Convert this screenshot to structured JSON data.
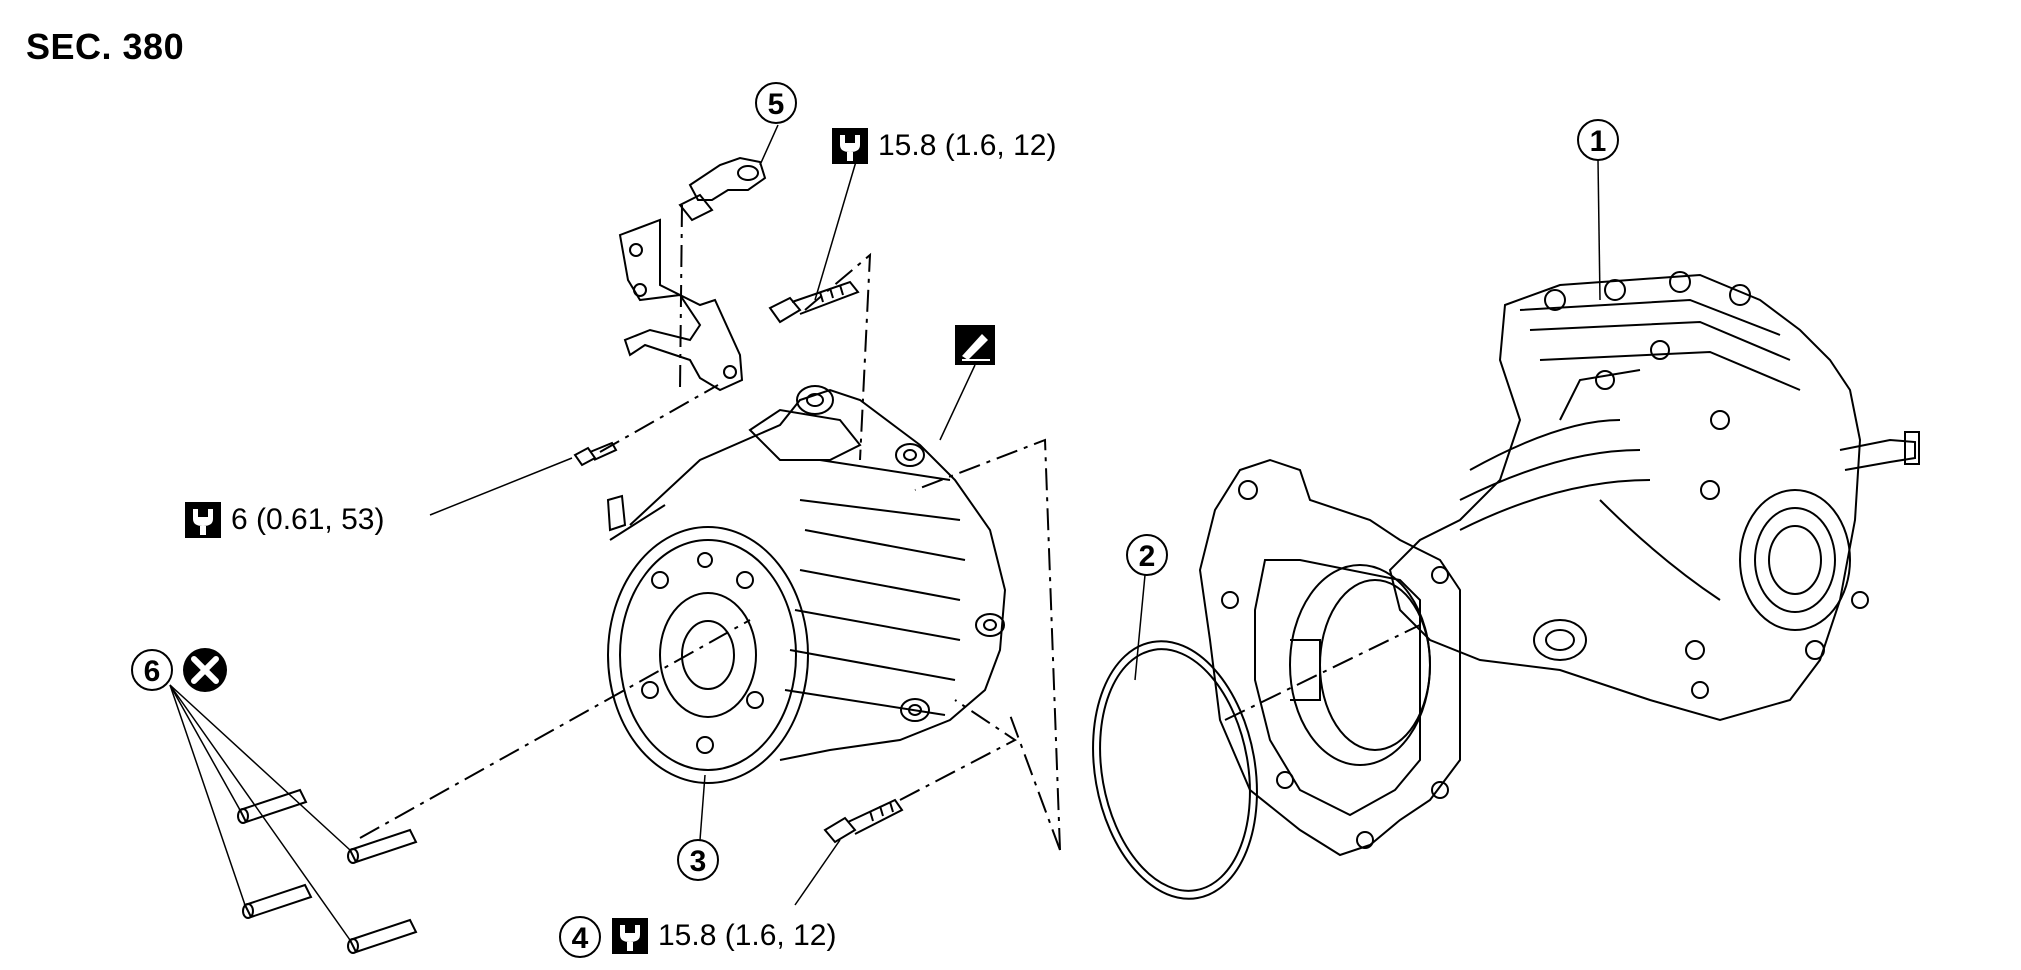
{
  "section": "SEC. 380",
  "callouts": [
    "1",
    "2",
    "3",
    "4",
    "5",
    "6"
  ],
  "torque_specs": {
    "upper_bolt": "15.8 (1.6, 12)",
    "bracket_bolt": "6 (0.61, 53)",
    "lower_bolt": "15.8 (1.6, 12)"
  },
  "icons": {
    "torque": "torque-wrench-icon",
    "do_not_reuse": "do-not-reuse-icon",
    "sealant": "liquid-gasket-icon"
  },
  "colors": {
    "line": "#000000",
    "background": "#ffffff"
  }
}
